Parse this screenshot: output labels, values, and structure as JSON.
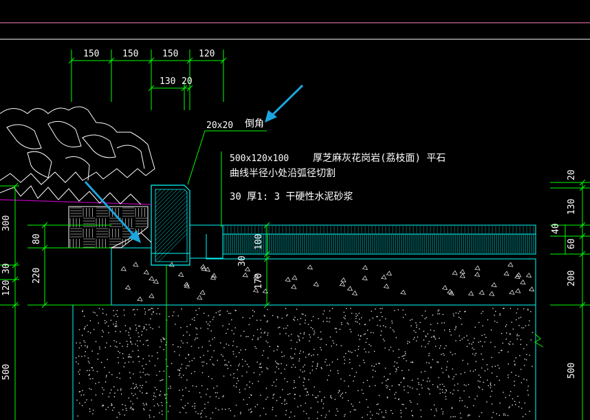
{
  "colors": {
    "background": "#000000",
    "dimension": "#00ff00",
    "concrete": "#00ffff",
    "paving": "#00ffff",
    "planting": "#ffffff",
    "text": "#ffffff",
    "arrow": "#1aa7e0",
    "grade_line": "#c000c0"
  },
  "top_dims": {
    "row1": [
      "150",
      "150",
      "150",
      "120"
    ],
    "row2": [
      "130",
      "20"
    ]
  },
  "left_dims": [
    "300",
    "80",
    "30",
    "220",
    "120",
    "500"
  ],
  "inner_dims": {
    "paver_thickness": "100",
    "mortar_thickness": "30",
    "base_thickness": "170"
  },
  "right_dims": [
    "20",
    "130",
    "40",
    "60",
    "200",
    "500"
  ],
  "annotations": {
    "chamfer_size": "20x20",
    "chamfer_label": "倒角",
    "curb_size": "500x120x100",
    "curb_material": "厚芝麻灰花岗岩(荔枝面) 平石",
    "curb_note": "曲线半径小处沿弧径切割",
    "mortar_note": "30 厚1: 3 干硬性水泥砂浆"
  },
  "icons": [
    "shrub-hatch-icon",
    "brick-hatch-icon",
    "concrete-hatch-icon",
    "gravel-hatch-icon"
  ]
}
